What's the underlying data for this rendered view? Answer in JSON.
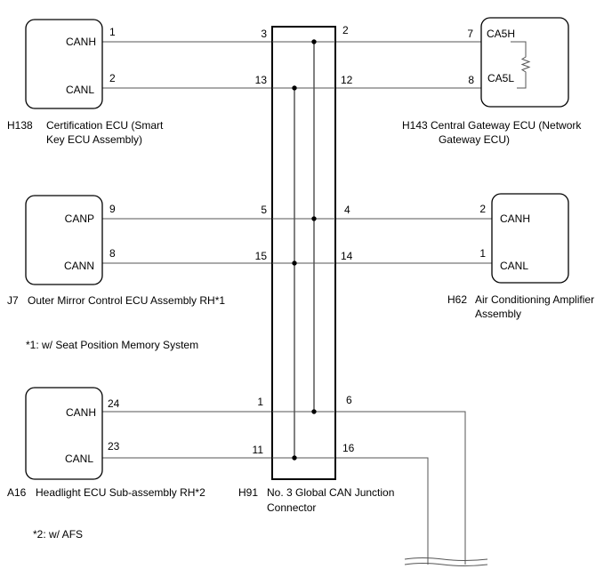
{
  "junction": {
    "id": "H91",
    "name_line1": "No. 3 Global CAN Junction",
    "name_line2": "Connector"
  },
  "ecus": {
    "h138": {
      "id": "H138",
      "line1": "Certification ECU (Smart",
      "line2": "Key ECU Assembly)",
      "pin_hi": "CANH",
      "pin_lo": "CANL",
      "term_hi": "1",
      "term_lo": "2"
    },
    "h143": {
      "id": "H143",
      "line1": "Central Gateway ECU (Network",
      "line2": "Gateway ECU)",
      "pin_hi": "CA5H",
      "pin_lo": "CA5L",
      "term_hi": "7",
      "term_lo": "8"
    },
    "j7": {
      "id": "J7",
      "line1": "Outer Mirror Control ECU Assembly RH*1",
      "pin_hi": "CANP",
      "pin_lo": "CANN",
      "term_hi": "9",
      "term_lo": "8"
    },
    "h62": {
      "id": "H62",
      "line1": "Air Conditioning Amplifier",
      "line2": "Assembly",
      "pin_hi": "CANH",
      "pin_lo": "CANL",
      "term_hi": "2",
      "term_lo": "1"
    },
    "a16": {
      "id": "A16",
      "line1": "Headlight ECU Sub-assembly RH*2",
      "pin_hi": "CANH",
      "pin_lo": "CANL",
      "term_hi": "24",
      "term_lo": "23"
    }
  },
  "junction_pins": {
    "left": [
      "3",
      "13",
      "5",
      "15",
      "1",
      "11"
    ],
    "right": [
      "2",
      "12",
      "4",
      "14",
      "6",
      "16"
    ]
  },
  "notes": {
    "note1": "*1: w/ Seat Position Memory System",
    "note2": "*2: w/ AFS"
  }
}
